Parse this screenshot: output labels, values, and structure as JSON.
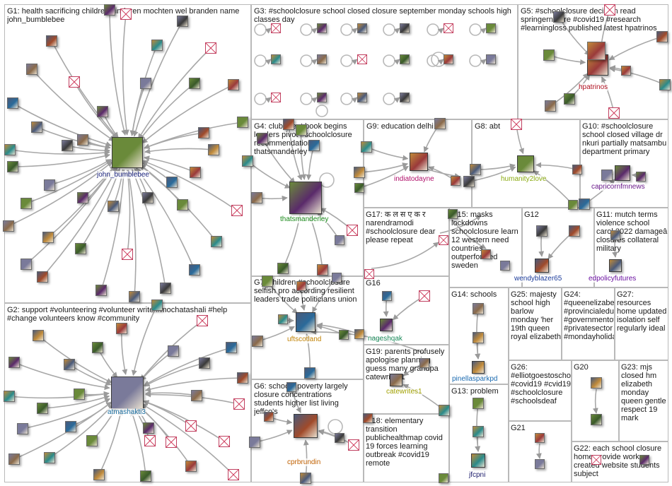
{
  "groups": [
    {
      "id": "G1",
      "label": "G1: health sacrificing children kinderen mochten wel branden name john_bumblebee",
      "hub": "john_bumblebee",
      "hub_color": "#1a237e"
    },
    {
      "id": "G2",
      "label": "G2: support #volunteering #volunteer write #mochatashali #help #change volunteers know #community",
      "hub": "atmashakti3",
      "hub_color": "#1a6ea0"
    },
    {
      "id": "G3",
      "label": "G3: #schoolclosure school closed closure september monday schools high classes day",
      "hub": "",
      "hub_color": "#333333"
    },
    {
      "id": "G4",
      "label": "G4: club great book begins leaders pivot #schoolclosure recommendation thatsmanderley",
      "hub": "thatsmanderley",
      "hub_color": "#1a8a1a"
    },
    {
      "id": "G5",
      "label": "G5: #schoolclosure decision read springernature #covid19 #research #learningloss published latest hpatrinos",
      "hub": "hpatrinos",
      "hub_color": "#b01020"
    },
    {
      "id": "G6",
      "label": "G6: schools poverty largely closure concentrations students higher list living jeffco's",
      "hub": "cprbrundin",
      "hub_color": "#c06000"
    },
    {
      "id": "G7",
      "label": "G7: children #schoolclosure selfish pro according resilient leaders trade politicians union",
      "hub": "uftscotland",
      "hub_color": "#c08000"
    },
    {
      "id": "G8",
      "label": "G8: abt",
      "hub": "humanity2love",
      "hub_color": "#8aaa10"
    },
    {
      "id": "G9",
      "label": "G9: education delhi",
      "hub": "indiatodayne",
      "hub_color": "#b0106a"
    },
    {
      "id": "G10",
      "label": "G10: #schoolclosure school closed village dr nkuri partially matsambu department primary",
      "hub": "capricornfmnews",
      "hub_color": "#6a1a8a"
    },
    {
      "id": "G11",
      "label": "G11: mutch terms violence school carol 2022 damageâ closures collateral military",
      "hub": "edpolicyfutures",
      "hub_color": "#6a10a0"
    },
    {
      "id": "G12",
      "label": "G12",
      "hub": "wendyblazer65",
      "hub_color": "#1a3a9a"
    },
    {
      "id": "G13",
      "label": "G13: problem",
      "hub": "jfcpni",
      "hub_color": "#1a1a6a"
    },
    {
      "id": "G14",
      "label": "G14: schools",
      "hub": "pinellasparkpd",
      "hub_color": "#1a6ab0"
    },
    {
      "id": "G15",
      "label": "G15: masks lockdowns schoolclosure learn 12 western need countries outperformed sweden",
      "hub": "",
      "hub_color": "#333333"
    },
    {
      "id": "G16",
      "label": "G16",
      "hub": "nageshqak",
      "hub_color": "#1a8a5a"
    },
    {
      "id": "G17",
      "label": "G17: क ल स ए क र narendramodi #schoolclosure dear please repeat",
      "hub": "",
      "hub_color": "#333333"
    },
    {
      "id": "G18",
      "label": "G18: elementary transition publichealthmap covid 19 forces learning outbreak #covid19 remote",
      "hub": "",
      "hub_color": "#333333"
    },
    {
      "id": "G19",
      "label": "G19: parents profusely apologise planning guess many grandpa catewrites1",
      "hub": "catewrites1",
      "hub_color": "#a0a000"
    },
    {
      "id": "G20",
      "label": "G20",
      "hub": "",
      "hub_color": "#333333"
    },
    {
      "id": "G21",
      "label": "G21",
      "hub": "",
      "hub_color": "#333333"
    },
    {
      "id": "G22",
      "label": "G22: each school closure home provide work created website students subject",
      "hub": "",
      "hub_color": "#333333"
    },
    {
      "id": "G23",
      "label": "G23: mjs closed hm elizabeth monday queen gentle respect 19 mark",
      "hub": "",
      "hub_color": "#333333"
    },
    {
      "id": "G24",
      "label": "G24: #queenelizabeth #provincialeducation #governmentofalberta #privatesector #mondayholiday",
      "hub": "",
      "hub_color": "#333333"
    },
    {
      "id": "G25",
      "label": "G25: majesty school high barlow monday 'her 19th queen royal elizabeth",
      "hub": "",
      "hub_color": "#333333"
    },
    {
      "id": "G26",
      "label": "G26: #elliotgoestoschool #covid19 #cvid19 #schoolclosure #schoolsdeaf",
      "hub": "",
      "hub_color": "#333333"
    },
    {
      "id": "G27",
      "label": "G27: resources home updated isolation self regularly ideal",
      "hub": "",
      "hub_color": "#333333"
    }
  ],
  "node_palette": [
    "#4a5a7a",
    "#8a6a4a",
    "#2a6a9a",
    "#6a8a3a",
    "#9a3a3a",
    "#3a3a3a",
    "#c08a3a",
    "#5a2a6a",
    "#2a8a8a",
    "#7a7a9a",
    "#a04a2a",
    "#3a5a2a"
  ]
}
